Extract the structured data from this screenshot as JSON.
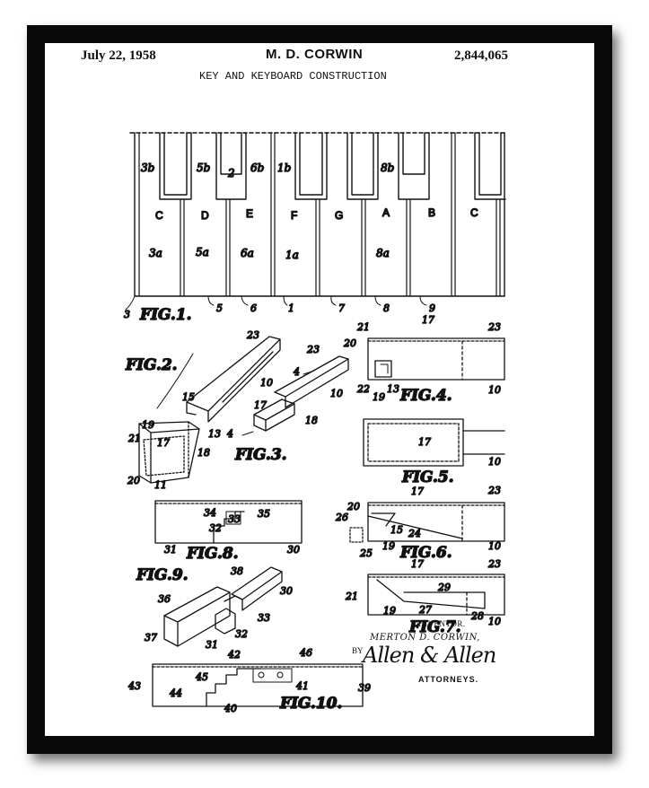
{
  "header": {
    "date": "July 22, 1958",
    "inventor_name": "M. D. CORWIN",
    "patent_number": "2,844,065",
    "title": "KEY AND KEYBOARD CONSTRUCTION"
  },
  "figures": {
    "fig1": "FIG.1.",
    "fig2": "FIG.2.",
    "fig3": "FIG.3.",
    "fig4": "FIG.4.",
    "fig5": "FIG.5.",
    "fig6": "FIG.6.",
    "fig7": "FIG.7.",
    "fig8": "FIG.8.",
    "fig9": "FIG.9.",
    "fig10": "FIG.10."
  },
  "keyboard": {
    "white_keys": [
      "C",
      "D",
      "E",
      "F",
      "G",
      "A",
      "B",
      "C"
    ],
    "black_key_labels": [
      "3b",
      "5b",
      "2",
      "6b",
      "1b",
      "8b"
    ],
    "lower_labels": [
      "3a",
      "5a",
      "6a",
      "1a",
      "8a"
    ],
    "leader_numbers": [
      "3",
      "5",
      "6",
      "1",
      "7",
      "8",
      "9"
    ]
  },
  "reference_numerals": {
    "fig2": [
      "23",
      "10",
      "15",
      "13",
      "19",
      "21",
      "17",
      "18",
      "20",
      "11"
    ],
    "fig3": [
      "23",
      "4",
      "10",
      "17",
      "18",
      "4"
    ],
    "fig4": [
      "21",
      "17",
      "23",
      "20",
      "22",
      "19",
      "13",
      "10"
    ],
    "fig5": [
      "17",
      "10"
    ],
    "fig6": [
      "20",
      "17",
      "23",
      "26",
      "15",
      "24",
      "25",
      "19",
      "10"
    ],
    "fig7": [
      "17",
      "23",
      "29",
      "21",
      "19",
      "27",
      "28",
      "10"
    ],
    "fig8": [
      "34",
      "33",
      "35",
      "32",
      "31",
      "30"
    ],
    "fig9": [
      "38",
      "36",
      "30",
      "33",
      "32",
      "37",
      "31"
    ],
    "fig10": [
      "42",
      "46",
      "43",
      "45",
      "44",
      "41",
      "39",
      "40"
    ]
  },
  "signature": {
    "inventor_caption": "INVENTOR.",
    "inventor_full_name": "MERTON D. CORWIN,",
    "by": "BY",
    "attorney_signature": "Allen & Allen",
    "attorneys_caption": "ATTORNEYS."
  }
}
